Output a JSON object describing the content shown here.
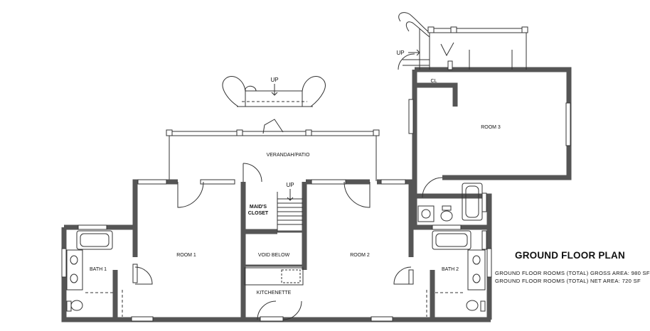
{
  "plan": {
    "title": "GROUND FLOOR PLAN",
    "gross_area": "GROUND FLOOR ROOMS (TOTAL) GROSS AREA: 980 SF",
    "net_area": "GROUND FLOOR ROOMS (TOTAL) NET AREA: 720 SF"
  },
  "labels": {
    "up_top": "UP",
    "up_stair": "UP",
    "up_room3": "UP",
    "cl": "CL",
    "room3": "ROOM 3",
    "verandah": "VERANDAH/PATIO",
    "maids_line1": "MAID'S",
    "maids_line2": "CLOSET",
    "room1": "ROOM 1",
    "room2": "ROOM 2",
    "bath1": "BATH 1",
    "bath2": "BATH 2",
    "void_below": "VOID BELOW",
    "kitchenette": "KITCHENETTE"
  },
  "colors": {
    "wall": "#555555",
    "line": "#333333",
    "text": "#111111"
  }
}
